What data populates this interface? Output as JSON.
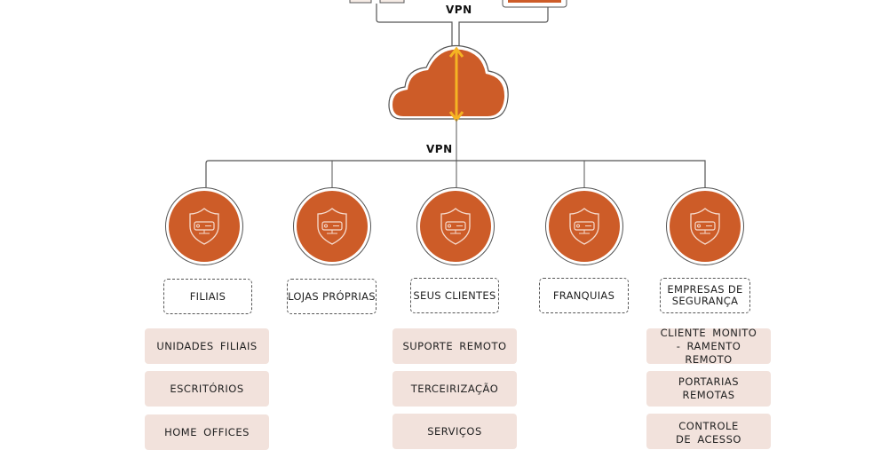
{
  "diagram": {
    "top_vpn_label": "VPN",
    "cloud_vpn_label": "VPN",
    "colors": {
      "accent": "#cd5c28",
      "arrow": "#f5b423",
      "item_bg": "#f2e2dc",
      "line": "#555555"
    },
    "cloud": {
      "icon": "cloud-icon",
      "arrow": "bidirectional-arrow-icon"
    },
    "branches": [
      {
        "icon": "shield-server-icon",
        "category": "FILIAIS",
        "items": [
          "UNIDADES FILIAIS",
          "ESCRITÓRIOS",
          "HOME OFFICES"
        ]
      },
      {
        "icon": "shield-server-icon",
        "category": "LOJAS PRÓPRIAS",
        "items": []
      },
      {
        "icon": "shield-server-icon",
        "category": "SEUS CLIENTES",
        "items": [
          "SUPORTE REMOTO",
          "TERCEIRIZAÇÃO",
          "SERVIÇOS"
        ]
      },
      {
        "icon": "shield-server-icon",
        "category": "FRANQUIAS",
        "items": []
      },
      {
        "icon": "shield-server-icon",
        "category": "EMPRESAS DE SEGURANÇA",
        "items": [
          "CLIENTE MONITO - RAMENTO REMOTO",
          "PORTARIAS REMOTAS",
          "CONTROLE DE ACESSO"
        ]
      }
    ]
  }
}
